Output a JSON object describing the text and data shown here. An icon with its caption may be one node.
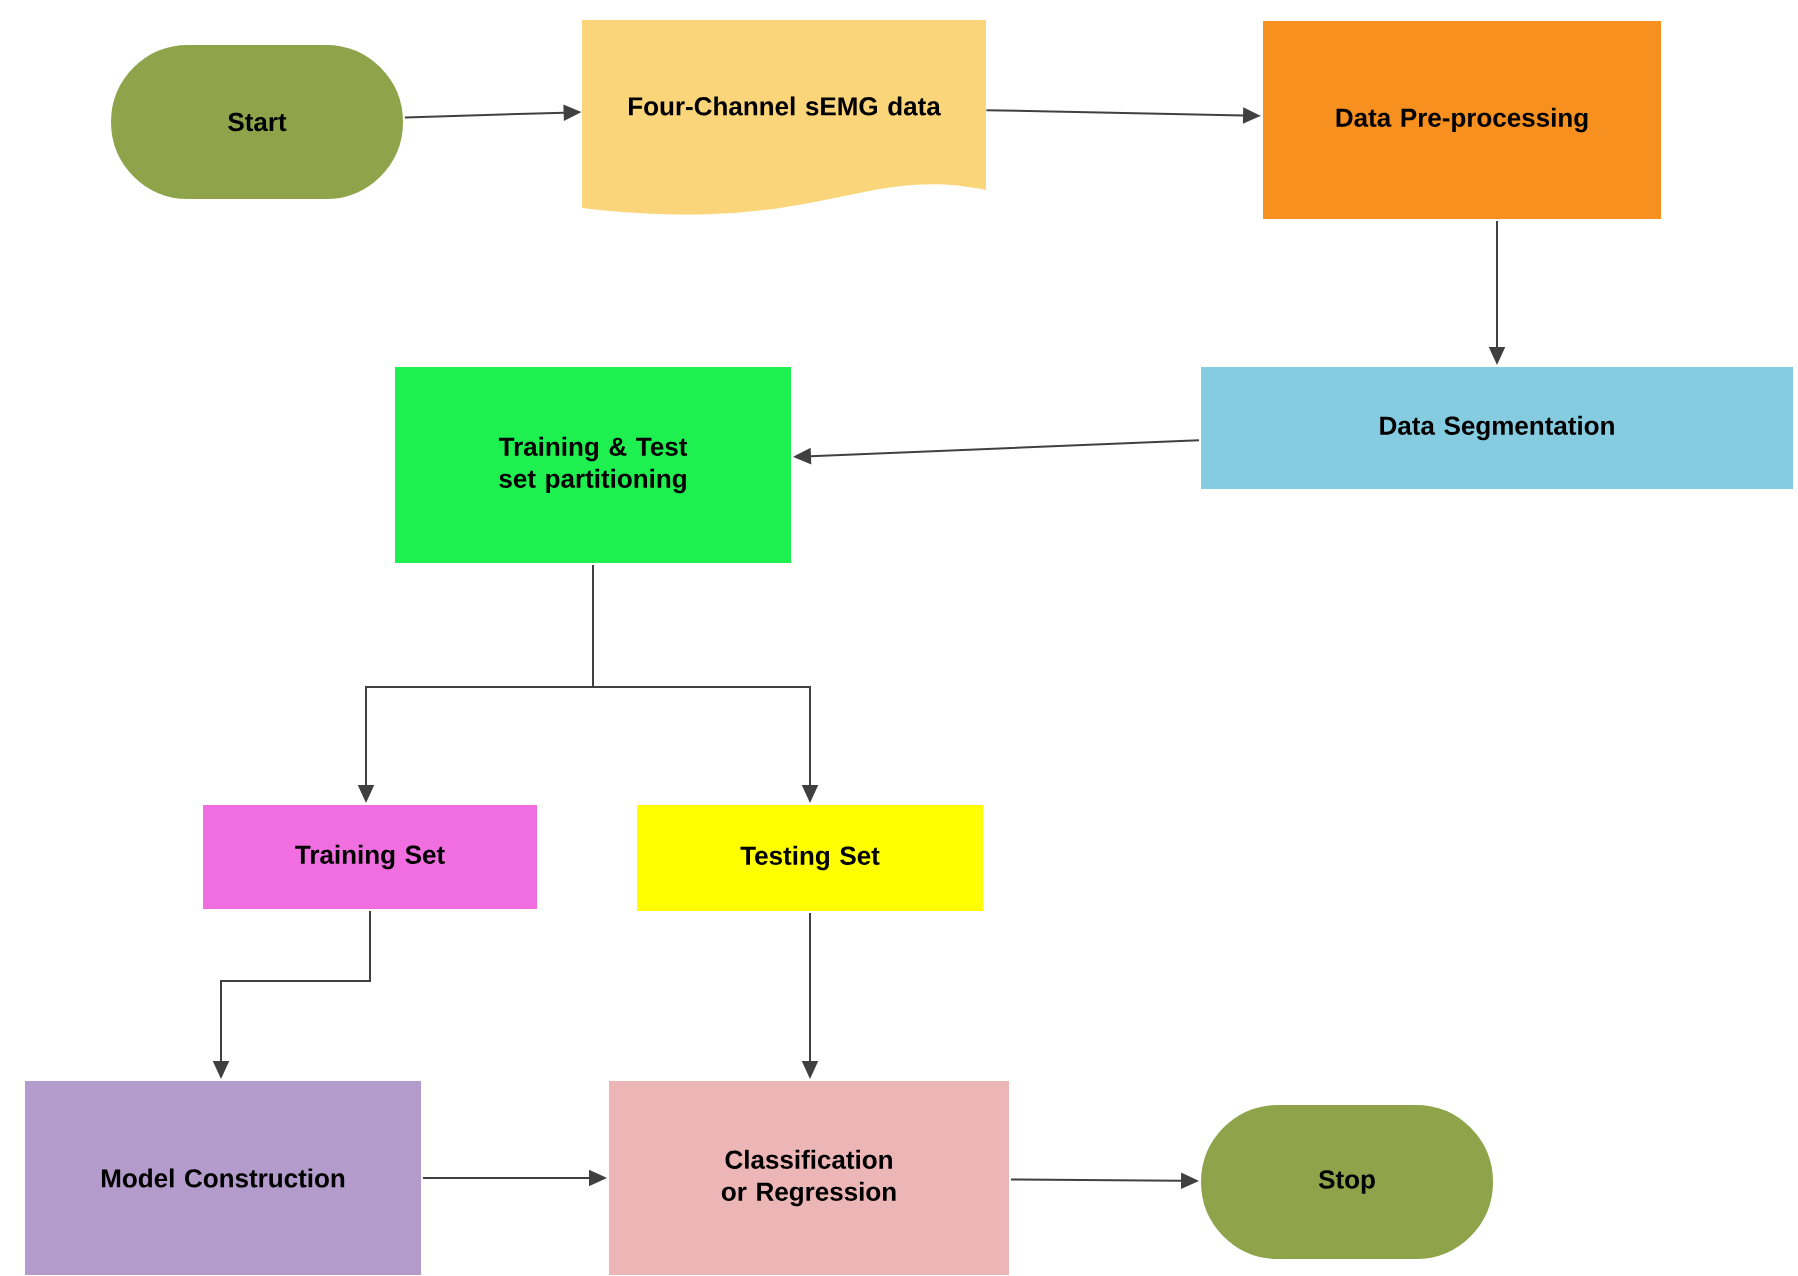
{
  "diagram": {
    "nodes": [
      {
        "text": [
          "Start"
        ]
      },
      {
        "text": [
          "Four-Channel sEMG data"
        ]
      },
      {
        "text": [
          "Data Pre-processing"
        ]
      },
      {
        "text": [
          "Data Segmentation"
        ]
      },
      {
        "text": [
          "Training & Test set partitioning"
        ]
      },
      {
        "text": [
          "Training Set"
        ]
      },
      {
        "text": [
          "Testing Set"
        ]
      },
      {
        "text": [
          "Model Construction"
        ]
      },
      {
        "text": [
          "Classification or Regression"
        ]
      },
      {
        "text": [
          "Stop"
        ]
      }
    ],
    "edges": [
      {
        "from": 0,
        "to": 1,
        "arrow": "to"
      },
      {
        "from": 1,
        "to": 2,
        "arrow": "to"
      },
      {
        "from": 2,
        "to": 3,
        "arrow": "to"
      },
      {
        "from": 3,
        "to": 4,
        "arrow": "to"
      },
      {
        "from": 4,
        "to": 5,
        "arrow": "to"
      },
      {
        "from": 4,
        "to": 6,
        "arrow": "to"
      },
      {
        "from": 5,
        "to": 7,
        "arrow": "to"
      },
      {
        "from": 6,
        "to": 8,
        "arrow": "to"
      },
      {
        "from": 7,
        "to": 8,
        "arrow": "to"
      },
      {
        "from": 8,
        "to": 9,
        "arrow": "to"
      }
    ]
  }
}
